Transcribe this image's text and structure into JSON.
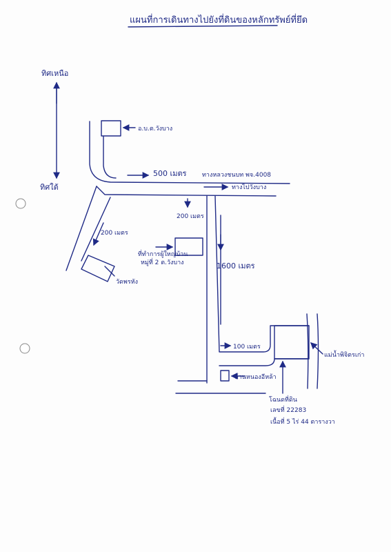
{
  "title": "แผนที่การเดินทางไปยังที่ดินของหลักทรัพย์ที่ยึด",
  "compass": {
    "north": "ทิศเหนือ",
    "south": "ทิศใต้"
  },
  "landmarks": {
    "sao": "อ.บ.ต.วังบาง",
    "temple": "วัดพรหัง",
    "headman_house": "ที่ทำการผู้ใหญ่บ้าน",
    "headman_house_sub": "หมู่ที่ 2 ต.วังบาง",
    "village": "บ้านหนองอีหล้า",
    "river": "แม่น้ำพิจิตรเก่า",
    "to_wangbang": "ทางไปวังบาง"
  },
  "distances": {
    "d500": "500 เมตร",
    "road_name": "ทางหลวงชนบท พจ.4008",
    "d200_left": "200 เมตร",
    "d200_mid": "200 เมตร",
    "d1600": "1600 เมตร",
    "d100": "100 เมตร"
  },
  "land_parcel": {
    "line1": "โฉนดที่ดิน",
    "line2": "เลขที่ 22283",
    "line3": "เนื้อที่ 5 ไร่ 44 ตารางวา"
  }
}
